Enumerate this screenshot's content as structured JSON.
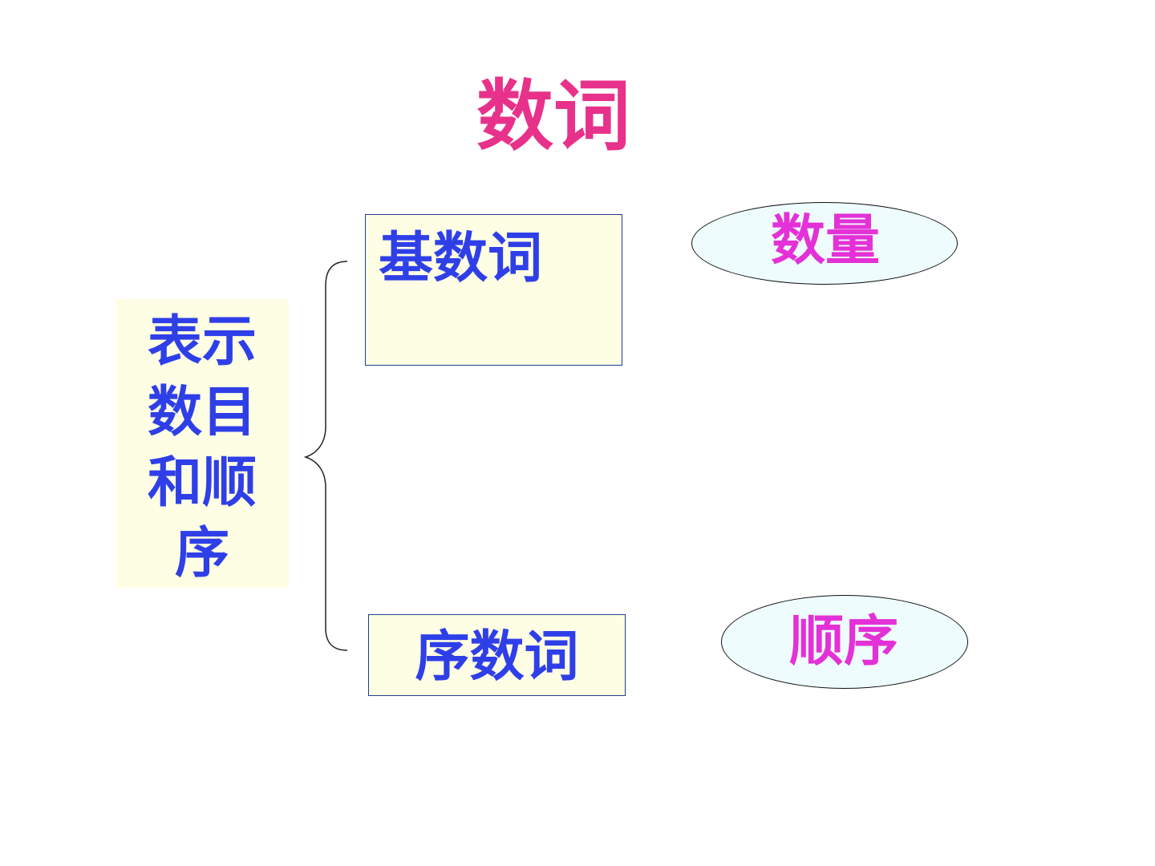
{
  "title": "数词",
  "left_label": "表示数目和顺序",
  "cardinal": {
    "label": "基数词"
  },
  "ordinal": {
    "label": "序数词"
  },
  "meaning_cardinal": "数量",
  "meaning_ordinal": "顺序",
  "colors": {
    "title": "#e8318a",
    "box_text": "#2f3fe8",
    "ellipse_text": "#e431d7",
    "box_fill": "#fefee4",
    "ellipse_fill": "#eefcfd"
  }
}
